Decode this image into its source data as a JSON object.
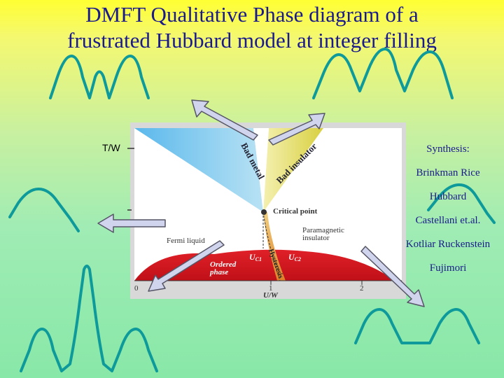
{
  "slide": {
    "title_line1": "DMFT  Qualitative Phase diagram of a",
    "title_line2": "frustrated Hubbard model at integer filling"
  },
  "diagram": {
    "y_axis_label": "T/W",
    "x_axis_label": "U/W",
    "x_ticks": [
      "0",
      "1",
      "2"
    ],
    "regions": {
      "bad_metal": "Bad metal",
      "bad_insulator": "Bad insulator",
      "critical_point": "Critical point",
      "paramagnetic_insulator_line1": "Paramagnetic",
      "paramagnetic_insulator_line2": "insulator",
      "fermi_liquid": "Fermi liquid",
      "ordered_phase_line1": "Ordered",
      "ordered_phase_line2": "phase",
      "hysteresis": "Hysteresis",
      "uc1": "U",
      "uc1_sub": "C1",
      "uc2": "U",
      "uc2_sub": "C2"
    },
    "colors": {
      "bad_metal": "#7ec8f0",
      "bad_insulator": "#e6e05a",
      "ordered_phase": "#d81820",
      "hysteresis": "#f0a040",
      "panel_bg": "#d8d8d8"
    }
  },
  "synthesis": {
    "heading": "Synthesis:",
    "items": [
      "Brinkman  Rice",
      "Hubbard",
      "Castellani et.al.",
      "Kotliar Ruckenstein",
      "Fujimori"
    ]
  },
  "decor_colors": {
    "curve": "#0e9a9a",
    "arrow_fill": "#d0d4ec",
    "arrow_stroke": "#555566",
    "title": "#1a1a8c"
  }
}
